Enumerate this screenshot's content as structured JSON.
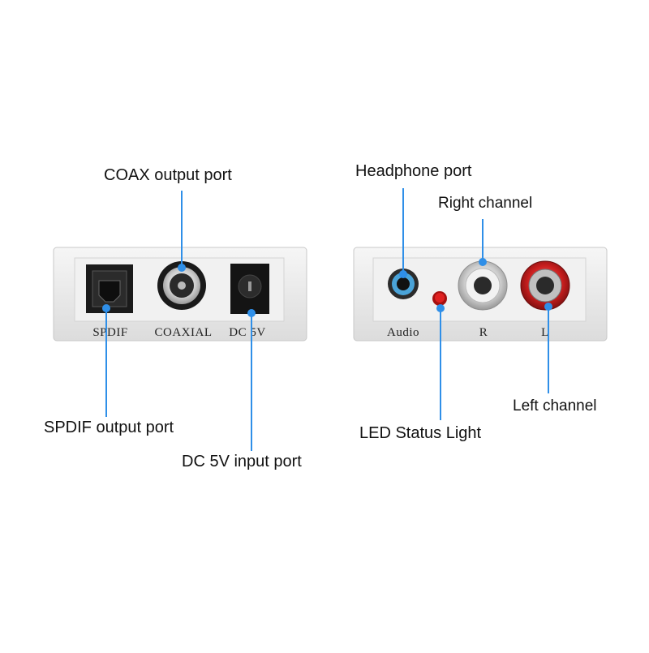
{
  "left_device": {
    "port_labels": {
      "spdif": "SPDIF",
      "coaxial": "COAXIAL",
      "dc": "DC 5V"
    }
  },
  "right_device": {
    "port_labels": {
      "audio": "Audio",
      "r": "R",
      "l": "L"
    }
  },
  "callouts": {
    "coax_output": "COAX output port",
    "spdif_output": "SPDIF output port",
    "dc_input": "DC 5V input port",
    "headphone": "Headphone port",
    "right_channel": "Right channel",
    "left_channel": "Left channel",
    "led_status": "LED Status Light"
  },
  "colors": {
    "leader_line": "#2f8fe8",
    "device_body": "#ececec",
    "jack_red": "#c81e1e",
    "jack_white": "#f2f2f2",
    "headphone_ring": "#4aa3d8",
    "led": "#e02020"
  }
}
